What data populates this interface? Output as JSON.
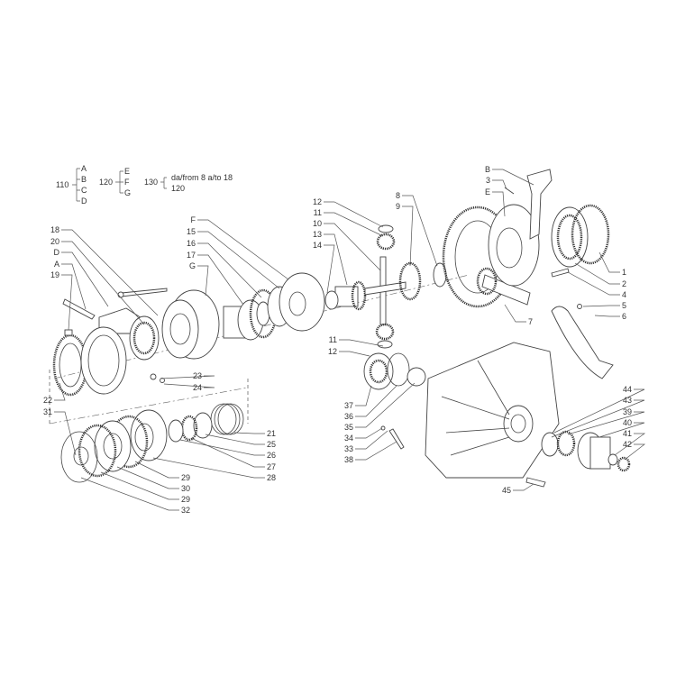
{
  "legend": {
    "g110": {
      "code": "110",
      "items": [
        "A",
        "B",
        "C",
        "D"
      ]
    },
    "g120": {
      "code": "120",
      "items": [
        "E",
        "F",
        "G"
      ]
    },
    "g130": {
      "code": "130",
      "items": [
        "da/from 8 a/to 18",
        "120"
      ]
    }
  },
  "callouts": [
    "18",
    "20",
    "D",
    "A",
    "19",
    "F",
    "15",
    "16",
    "17",
    "G",
    "12",
    "11",
    "10",
    "13",
    "14",
    "8",
    "9",
    "B",
    "3",
    "E",
    "1",
    "2",
    "4",
    "5",
    "6",
    "7",
    "11",
    "12",
    "37",
    "36",
    "35",
    "34",
    "33",
    "38",
    "44",
    "43",
    "39",
    "40",
    "41",
    "42",
    "45",
    "23",
    "24",
    "22",
    "31",
    "21",
    "25",
    "26",
    "27",
    "28",
    "29",
    "30",
    "29",
    "32"
  ]
}
